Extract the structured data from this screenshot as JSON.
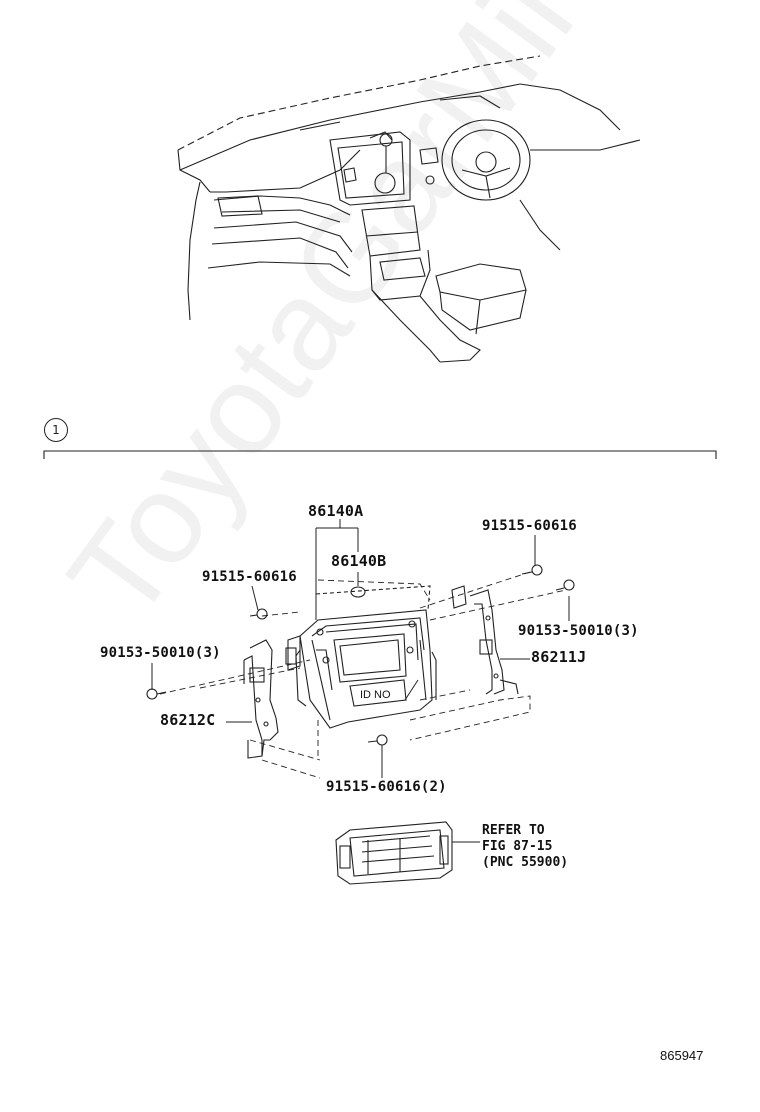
{
  "callout": "1",
  "parts": {
    "p86140A": "86140A",
    "p86140B": "86140B",
    "p91515_top_right": "91515-60616",
    "p91515_top_left": "91515-60616",
    "p90153_left": "90153-50010(3)",
    "p90153_right": "90153-50010(3)",
    "p86211J": "86211J",
    "p86212C": "86212C",
    "p91515_bottom": "91515-60616(2)"
  },
  "id_tag": "ID NO",
  "refer_note": [
    "REFER TO",
    "FIG 87-15",
    "(PNC 55900)"
  ],
  "doc_number": "865947",
  "watermark": "ToyotaGarMine.ru"
}
